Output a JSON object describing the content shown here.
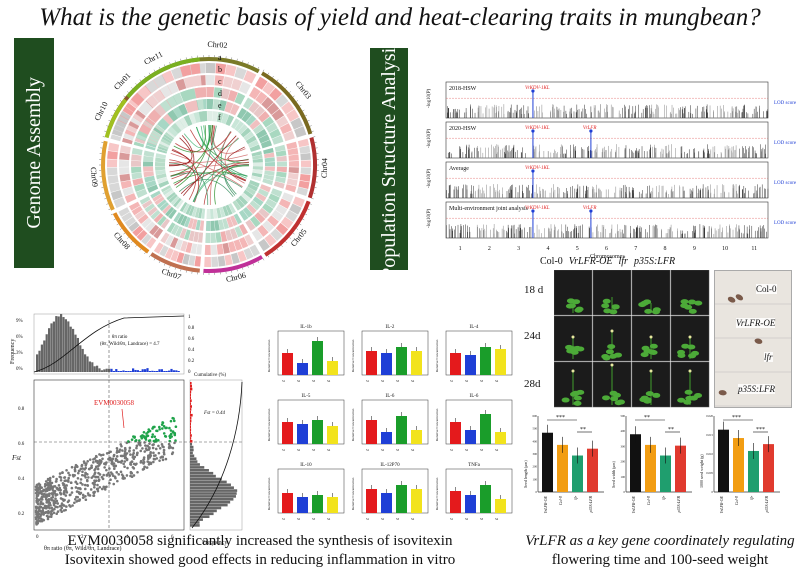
{
  "title": "What is the genetic basis of yield and heat-clearing traits in mungbean?",
  "genome": {
    "band_label": "Genome Assembly",
    "chromosomes": [
      "Chr01",
      "Chr02",
      "Chr03",
      "Chr04",
      "Chr05",
      "Chr06",
      "Chr07",
      "Chr08",
      "Chr09",
      "Chr10",
      "Chr11"
    ],
    "track_letters": [
      "a",
      "b",
      "c",
      "d",
      "e",
      "f"
    ]
  },
  "population": {
    "band_label": "Population Structure Analysis",
    "tracks": [
      {
        "name": "2018-HSW",
        "peaks": [
          "VrKDV-1KL"
        ]
      },
      {
        "name": "2020-HSW",
        "peaks": [
          "VrKDV-1KL",
          "VrLFR"
        ]
      },
      {
        "name": "Average",
        "peaks": [
          "VrKDV-1KL"
        ]
      },
      {
        "name": "Multi-environment joint analysis",
        "peaks": [
          "VrKDV-1KL",
          "VrLFR"
        ]
      }
    ],
    "ylabel": "-log10(P)",
    "ylabel_right": "LOD score",
    "xlabel": "Chromosomes",
    "chrom_ticks": [
      "1",
      "2",
      "3",
      "4",
      "5",
      "6",
      "7",
      "8",
      "9",
      "10",
      "11"
    ]
  },
  "selection": {
    "ylabel_left": "Frequency",
    "ylabel_fst": "Fst",
    "xlabel": "θπ ratio (θπ, Wild/θπ, Landrace)",
    "gene_label": "EVM0030058",
    "annot_ratio": "θπ ratio",
    "annot_ratio2": "(θπ, Wild/θπ, Landrace) = 4.7",
    "annot_fst": "Fst = 0.44",
    "cum_label": "Cumulative (%)",
    "freq_label": "Frequency",
    "x_ticks": [
      "0",
      "2",
      "4",
      "6"
    ],
    "y_ticks": [
      "0.2",
      "0.4",
      "0.6",
      "0.8"
    ],
    "pct_ticks": [
      "9%",
      "6%",
      "3%",
      "0%"
    ],
    "cum_ticks": [
      "1",
      "0.8",
      "0.6",
      "0.4",
      "0.2",
      "0"
    ]
  },
  "cytokines": {
    "panels": [
      "IL-1b",
      "IL-2",
      "IL-4",
      "IL-5",
      "IL-6",
      "IL-6",
      "IL-10",
      "IL-12P70",
      "TNFa"
    ],
    "ylabel": "Relative Concentration",
    "colors": [
      "#e41a1c",
      "#1f3fd6",
      "#1a9d2a",
      "#f2e31c"
    ]
  },
  "phenotype": {
    "columns": [
      "Col-0",
      "VrLFR-OE",
      "lfr",
      "p35S:LFR"
    ],
    "rows": [
      "18 d",
      "24d",
      "28d"
    ],
    "seed_labels": [
      "Col-0",
      "VrLFR-OE",
      "lfr",
      "p35S:LFR"
    ],
    "bar_charts": [
      {
        "ylabel": "Seed length (μm)",
        "values": [
          0.78,
          0.62,
          0.48,
          0.57
        ],
        "ticks": [
          "0",
          "100",
          "200",
          "300",
          "400",
          "500",
          "600"
        ],
        "sig": [
          "***",
          "**"
        ]
      },
      {
        "ylabel": "Seed width (μm)",
        "values": [
          0.76,
          0.62,
          0.48,
          0.61
        ],
        "ticks": [
          "0",
          "100",
          "200",
          "300",
          "400",
          "500"
        ],
        "sig": [
          "**",
          "**"
        ]
      },
      {
        "ylabel": "1000 seed weight (g)",
        "values": [
          0.82,
          0.71,
          0.54,
          0.63
        ],
        "ticks": [
          "0",
          "0.005",
          "0.010",
          "0.015",
          "0.020"
        ],
        "sig": [
          "***",
          "***"
        ]
      }
    ],
    "bar_colors": [
      "#111111",
      "#f29d12",
      "#1f9e6e",
      "#e03a2e"
    ],
    "genotypes": [
      "VrLFR-OE",
      "Col-0",
      "lfr",
      "p35S:LFR"
    ]
  },
  "captions": {
    "left_line1": "EVM0030058 significantly increased the synthesis of isovitexin",
    "left_line2": "Isovitexin showed good effects in reducing inflammation in vitro",
    "right_line1": "VrLFR as a key gene coordinately regulating",
    "right_line2": "flowering time and 100-seed weight"
  }
}
